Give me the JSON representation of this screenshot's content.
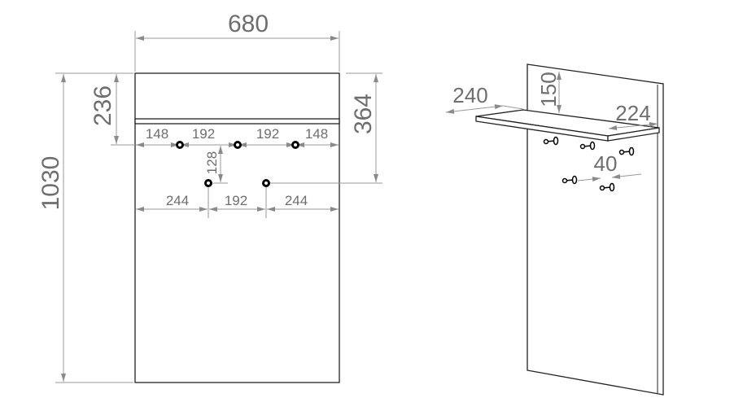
{
  "front_view": {
    "width": "680",
    "height": "1030",
    "top_to_shelf": "236",
    "top_to_lower_hooks": "364",
    "upper_hook_spacing": [
      "148",
      "192",
      "192",
      "148"
    ],
    "row_gap": "128",
    "lower_hook_spacing": [
      "244",
      "192",
      "244"
    ]
  },
  "iso_view": {
    "shelf_depth": "240",
    "shelf_offset": "150",
    "shelf_side": "224",
    "hook_depth": "40"
  }
}
